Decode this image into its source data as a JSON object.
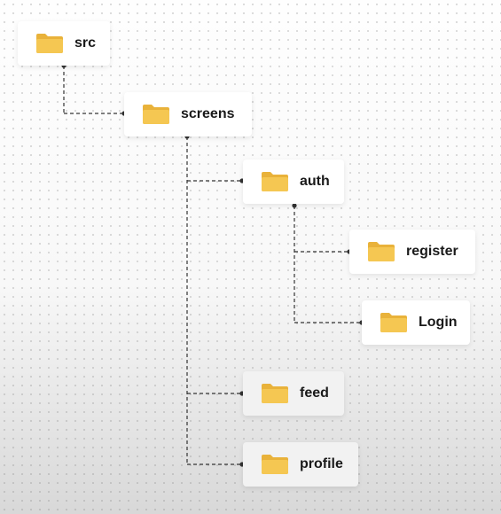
{
  "folder_color": "#f5c752",
  "folder_tab_color": "#e9b23a",
  "connector_color": "#333333",
  "tree": {
    "root": "src",
    "screens": "screens",
    "auth": "auth",
    "register": "register",
    "login": "Login",
    "feed": "feed",
    "profile": "profile"
  }
}
